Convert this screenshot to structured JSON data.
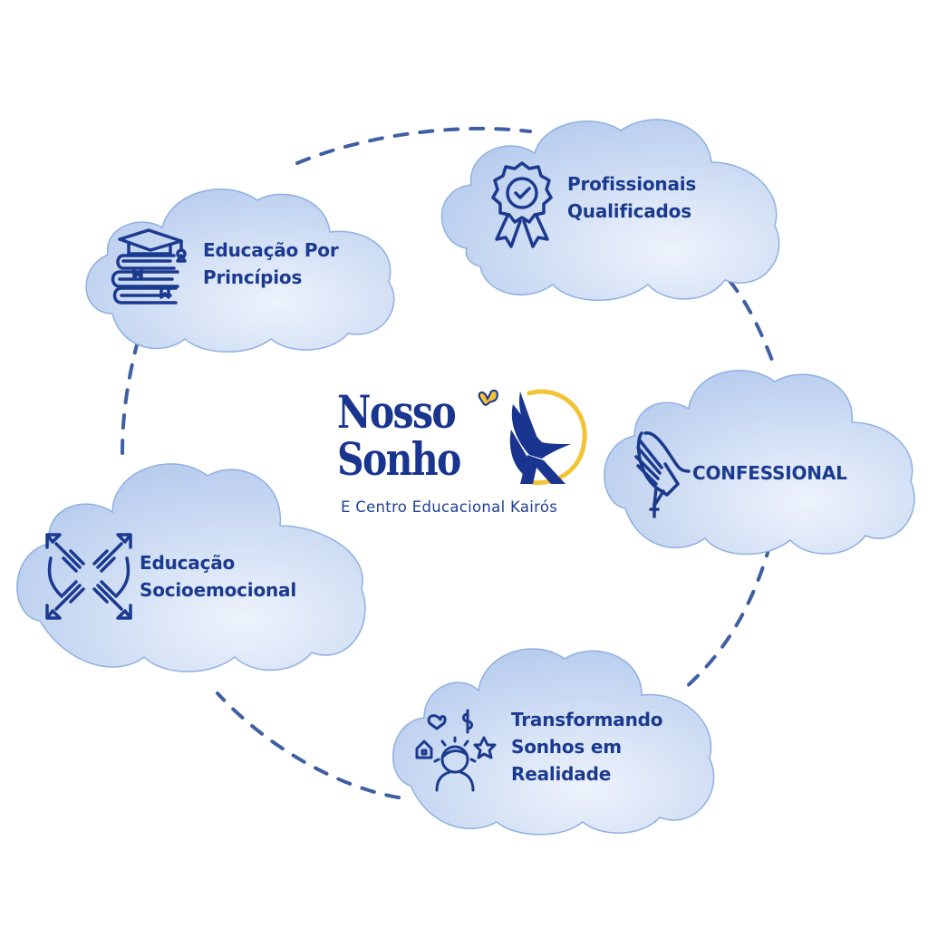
{
  "colors": {
    "primary": "#1b3a8f",
    "cloud_fill_light": "#e3ecf9",
    "cloud_fill_dark": "#b8cdee",
    "cloud_edge": "#8fb0e3",
    "dash_line": "#3e5fa3",
    "logo_gold": "#f2c335"
  },
  "logo": {
    "line1": "Nosso",
    "line2": "Sonho",
    "subtitle": "E Centro Educacional Kairós",
    "emblem": "dove-k-circle-icon",
    "accent": "butterfly-icon"
  },
  "clouds": [
    {
      "id": "educacao-principios",
      "icon": "books-graduation-cap-icon",
      "lines": [
        "Educação Por",
        "Princípios"
      ]
    },
    {
      "id": "profissionais-qualificados",
      "icon": "award-badge-check-icon",
      "lines": [
        "Profissionais",
        "Qualificados"
      ]
    },
    {
      "id": "confessional",
      "icon": "praying-hands-rosary-icon",
      "lines": [
        "CONFESSIONAL"
      ]
    },
    {
      "id": "educacao-socioemocional",
      "icon": "joined-hands-icon",
      "lines": [
        "Educação",
        "Socioemocional"
      ]
    },
    {
      "id": "transformando-sonhos",
      "icon": "dreaming-person-icon",
      "lines": [
        "Transformando",
        "Sonhos em",
        "Realidade"
      ]
    }
  ]
}
